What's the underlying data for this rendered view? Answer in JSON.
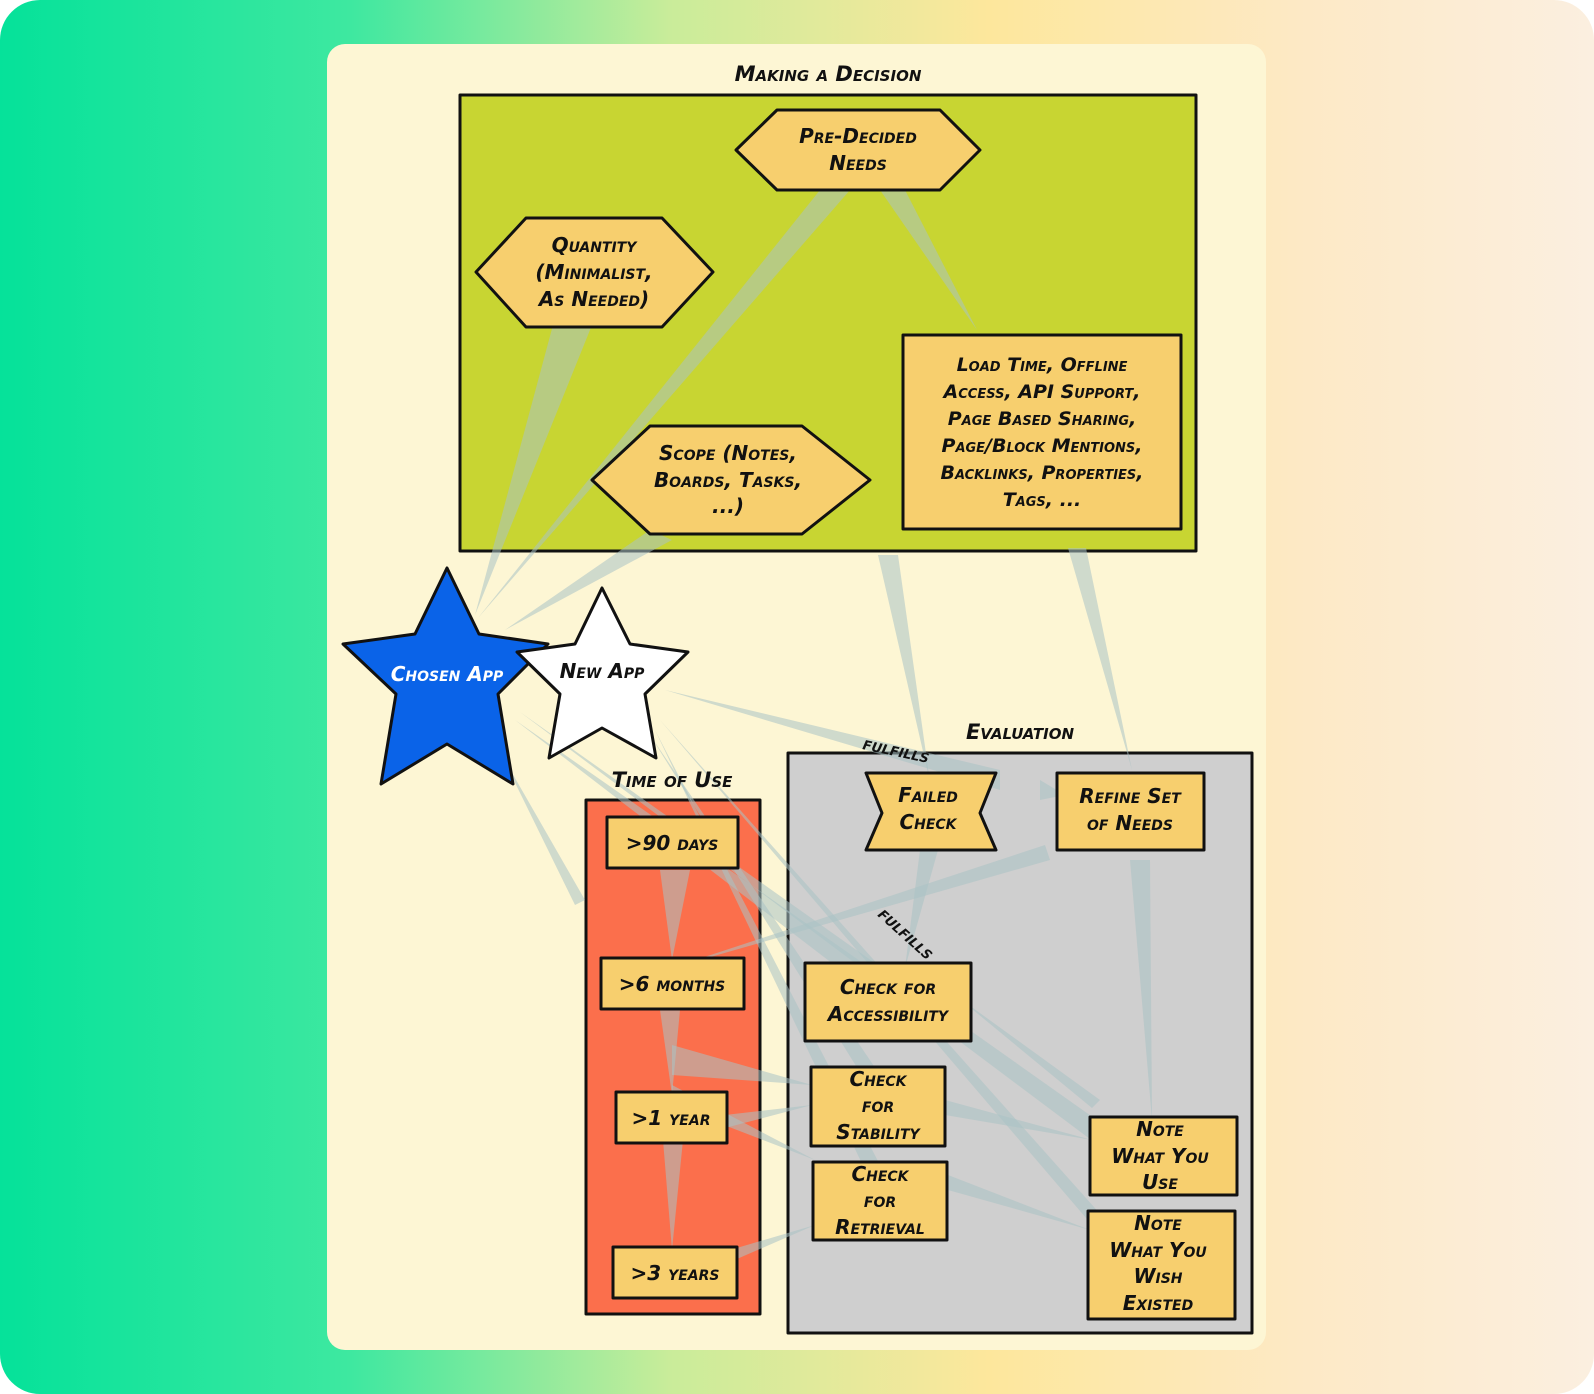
{
  "groups": {
    "making_decision": "Making a Decision",
    "evaluation": "Evaluation",
    "time_of_use": "Time of Use"
  },
  "nodes": {
    "pre_decided_needs": [
      "Pre-Decided",
      "Needs"
    ],
    "quantity": [
      "Quantity",
      "(Minimalist,",
      "As Needed)"
    ],
    "scope": [
      "Scope (Notes,",
      "Boards, Tasks,",
      "...)"
    ],
    "features": [
      "Load Time, Offline",
      "Access, API Support,",
      "Page Based Sharing,",
      "Page/Block Mentions,",
      "Backlinks, Properties,",
      "Tags, ..."
    ],
    "chosen_app": [
      "Chosen App"
    ],
    "new_app": [
      "New App"
    ],
    "failed_check": [
      "Failed",
      "Check"
    ],
    "refine_needs": [
      "Refine Set",
      "of Needs"
    ],
    "check_accessibility": [
      "Check for",
      "Accessibility"
    ],
    "check_stability": [
      "Check",
      "for",
      "Stability"
    ],
    "check_retrieval": [
      "Check",
      "for",
      "Retrieval"
    ],
    "note_use": [
      "Note",
      "What You",
      "Use"
    ],
    "note_wish": [
      "Note",
      "What You",
      "Wish",
      "Existed"
    ],
    "days90": [
      ">90 days"
    ],
    "months6": [
      ">6 months"
    ],
    "year1": [
      ">1 year"
    ],
    "years3": [
      ">3 years"
    ]
  },
  "edge_labels": {
    "fulfills_1": "fulfills",
    "fulfills_2": "fulfills"
  },
  "colors": {
    "bg_left": "#05e29a",
    "bg_right": "#fbecd8",
    "canvas": "#fdf6d4",
    "decision_group": "#c8d532",
    "evaluation_group": "#cfcfcf",
    "time_group": "#fb6f4c",
    "node_fill": "#f7cf6e",
    "chosen_star": "#0a63e8",
    "new_star": "#ffffff",
    "connector": "#a9c2c5"
  }
}
